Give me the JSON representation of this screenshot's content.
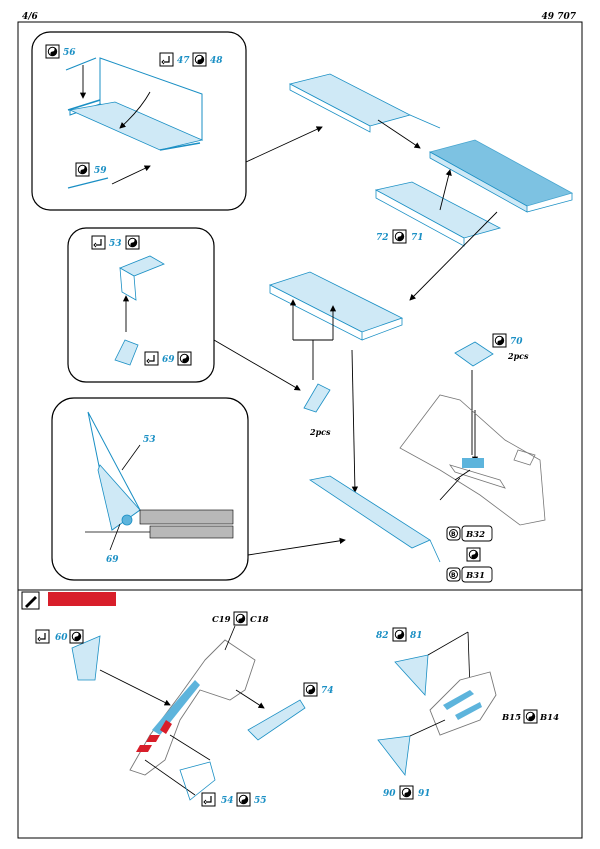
{
  "header": {
    "page": "4/6",
    "kit": "49 707"
  },
  "colors": {
    "etch": "#cfe9f6",
    "etch_dark": "#5db4dc",
    "ink": "#1a8fc4",
    "red": "#d81e2a",
    "plastic": "#e8e8e8"
  },
  "icons": {
    "fold": "fold-arrow-icon",
    "glue": "glue-drop-icon",
    "brush": "paint-brush-icon",
    "ref_b": "plastic-part-icon"
  },
  "upper": {
    "inset_a": {
      "p56": "56",
      "p47": "47",
      "p48": "48",
      "p59": "59"
    },
    "inset_b": {
      "p53": "53",
      "p69": "69"
    },
    "inset_c": {
      "p53": "53",
      "p69": "69"
    },
    "rail": {
      "p72": "72",
      "p71": "71"
    },
    "plate": {
      "p70": "70",
      "qty": "2pcs"
    },
    "bracket_qty": "2pcs",
    "ref_b32": "B32",
    "ref_b31": "B31"
  },
  "lower": {
    "leg": {
      "p60": "60",
      "pc19": "C19",
      "pc18": "C18",
      "p74": "74",
      "p54": "54",
      "p55": "55"
    },
    "door": {
      "p82": "82",
      "p81": "81",
      "pb15": "B15",
      "pb14": "B14",
      "p90": "90",
      "p91": "91"
    }
  }
}
